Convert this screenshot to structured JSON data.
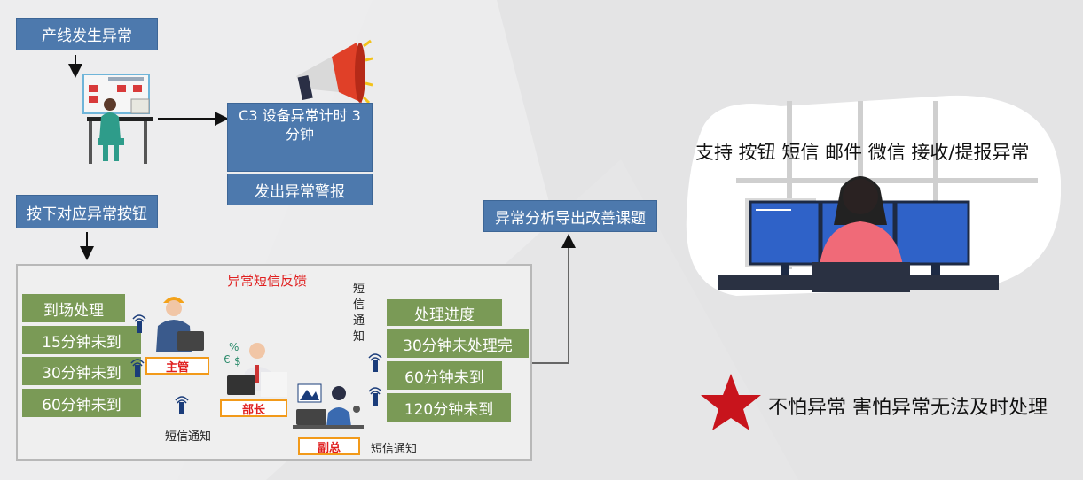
{
  "steps": {
    "line_abnormal": "产线发生异常",
    "press_button": "按下对应异常按钮",
    "c3_timer": "C3 设备异常计时  3分钟",
    "alarm": "发出异常警报",
    "analysis": "异常分析导出改善课题"
  },
  "panel": {
    "title": "异常短信反馈",
    "sms_vertical": "短信通知",
    "left_items": [
      "到场处理",
      "15分钟未到",
      "30分钟未到",
      "60分钟未到"
    ],
    "right_items": [
      "处理进度",
      "30分钟未处理完",
      "60分钟未到",
      "120分钟未到"
    ],
    "roles": {
      "supervisor": "主管",
      "minister": "部长",
      "deputy": "副总"
    },
    "sms_bottom_left": "短信通知",
    "sms_bottom_right": "短信通知"
  },
  "right": {
    "support_text": "支持 按钮 短信 邮件 微信 接收/提报异常",
    "slogan": "不怕异常 害怕异常无法及时处理"
  },
  "colors": {
    "blue": "#4d79ad",
    "green": "#7a9a56",
    "role_border": "#f29a1a",
    "role_text": "#e02020",
    "star": "#c8141c"
  }
}
